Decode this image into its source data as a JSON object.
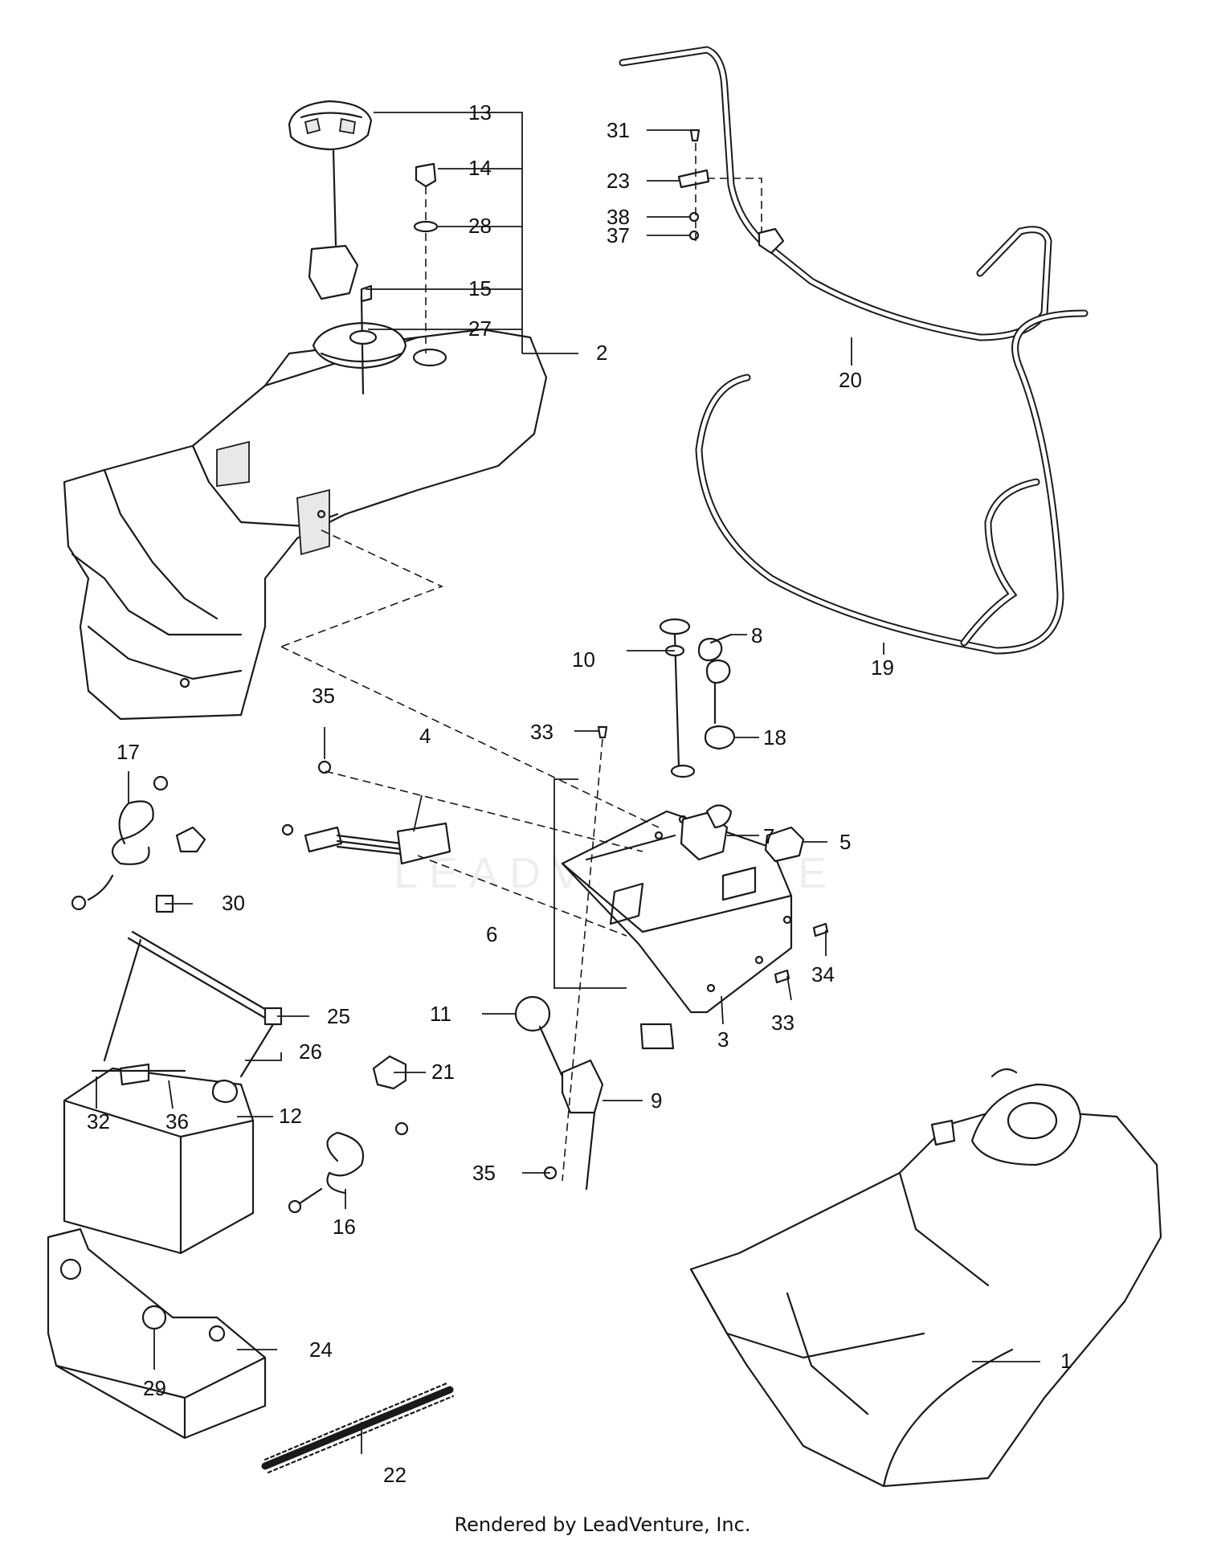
{
  "footer": "Rendered by LeadVenture, Inc.",
  "watermark": "LEADVENTURE",
  "callouts": {
    "c1": "1",
    "c2": "2",
    "c3": "3",
    "c4": "4",
    "c5": "5",
    "c6": "6",
    "c7": "7",
    "c8": "8",
    "c9": "9",
    "c10": "10",
    "c11": "11",
    "c12": "12",
    "c13": "13",
    "c14": "14",
    "c15": "15",
    "c16": "16",
    "c17": "17",
    "c18": "18",
    "c19": "19",
    "c20": "20",
    "c21": "21",
    "c22": "22",
    "c23": "23",
    "c24": "24",
    "c25": "25",
    "c26": "26",
    "c27": "27",
    "c28": "28",
    "c29": "29",
    "c30": "30",
    "c31": "31",
    "c32": "32",
    "c33a": "33",
    "c33b": "33",
    "c34": "34",
    "c35a": "35",
    "c35b": "35",
    "c36": "36",
    "c37": "37",
    "c38": "38"
  }
}
